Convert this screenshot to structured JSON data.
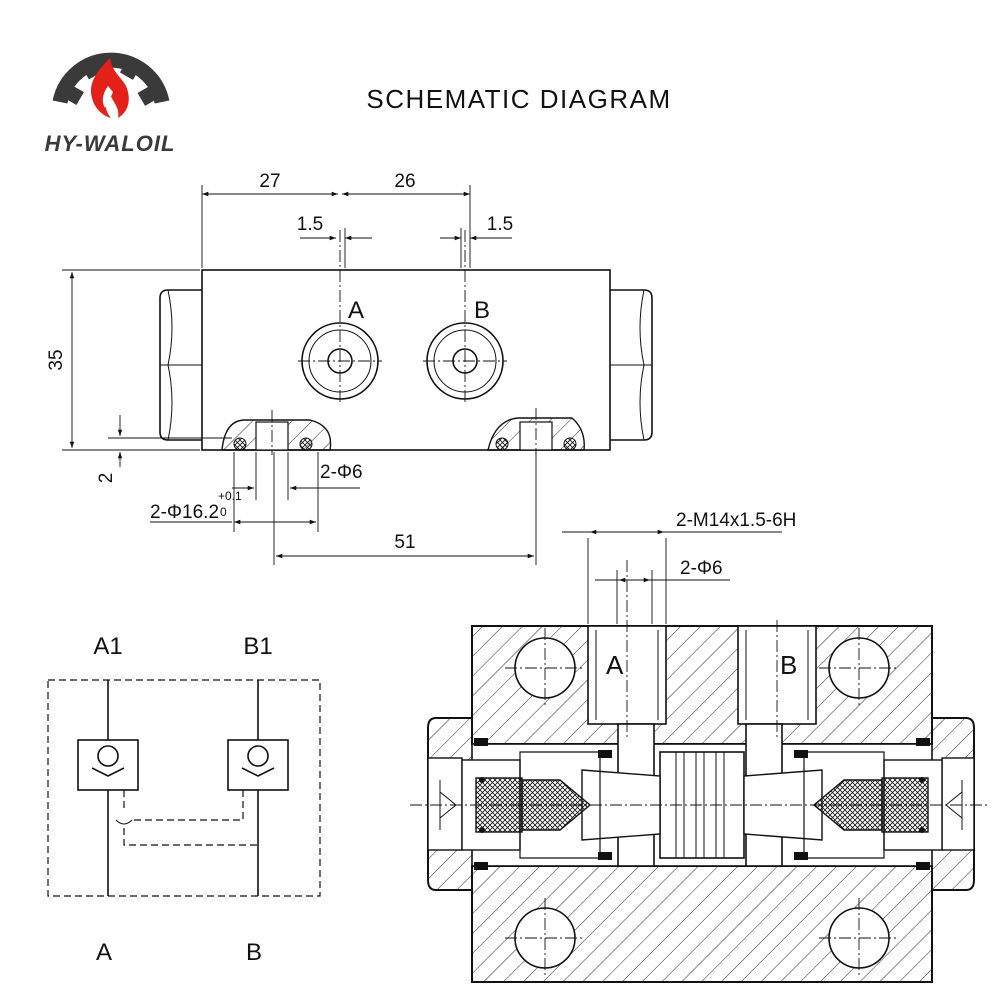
{
  "header": {
    "title": "SCHEMATIC DIAGRAM",
    "logo_text": "HY-WALOIL",
    "brand_color": "#e32119",
    "gear_color": "#3a3a3a"
  },
  "top_view": {
    "dim_left_top": "27",
    "dim_right_top": "26",
    "dim_offset_left": "1.5",
    "dim_offset_right": "1.5",
    "dim_height": "35",
    "dim_step": "2",
    "dim_small_hole": "2-Φ6",
    "dim_oring": "2-Φ16.2",
    "dim_oring_tol_upper": "+0.1",
    "dim_oring_tol_lower": "0",
    "dim_spacing": "51",
    "port_a": "A",
    "port_b": "B"
  },
  "hydraulic_symbol": {
    "port_a1": "A1",
    "port_b1": "B1",
    "port_a": "A",
    "port_b": "B"
  },
  "section_view": {
    "thread_label": "2-M14x1.5-6H",
    "hole_label": "2-Φ6",
    "port_a": "A",
    "port_b": "B"
  }
}
